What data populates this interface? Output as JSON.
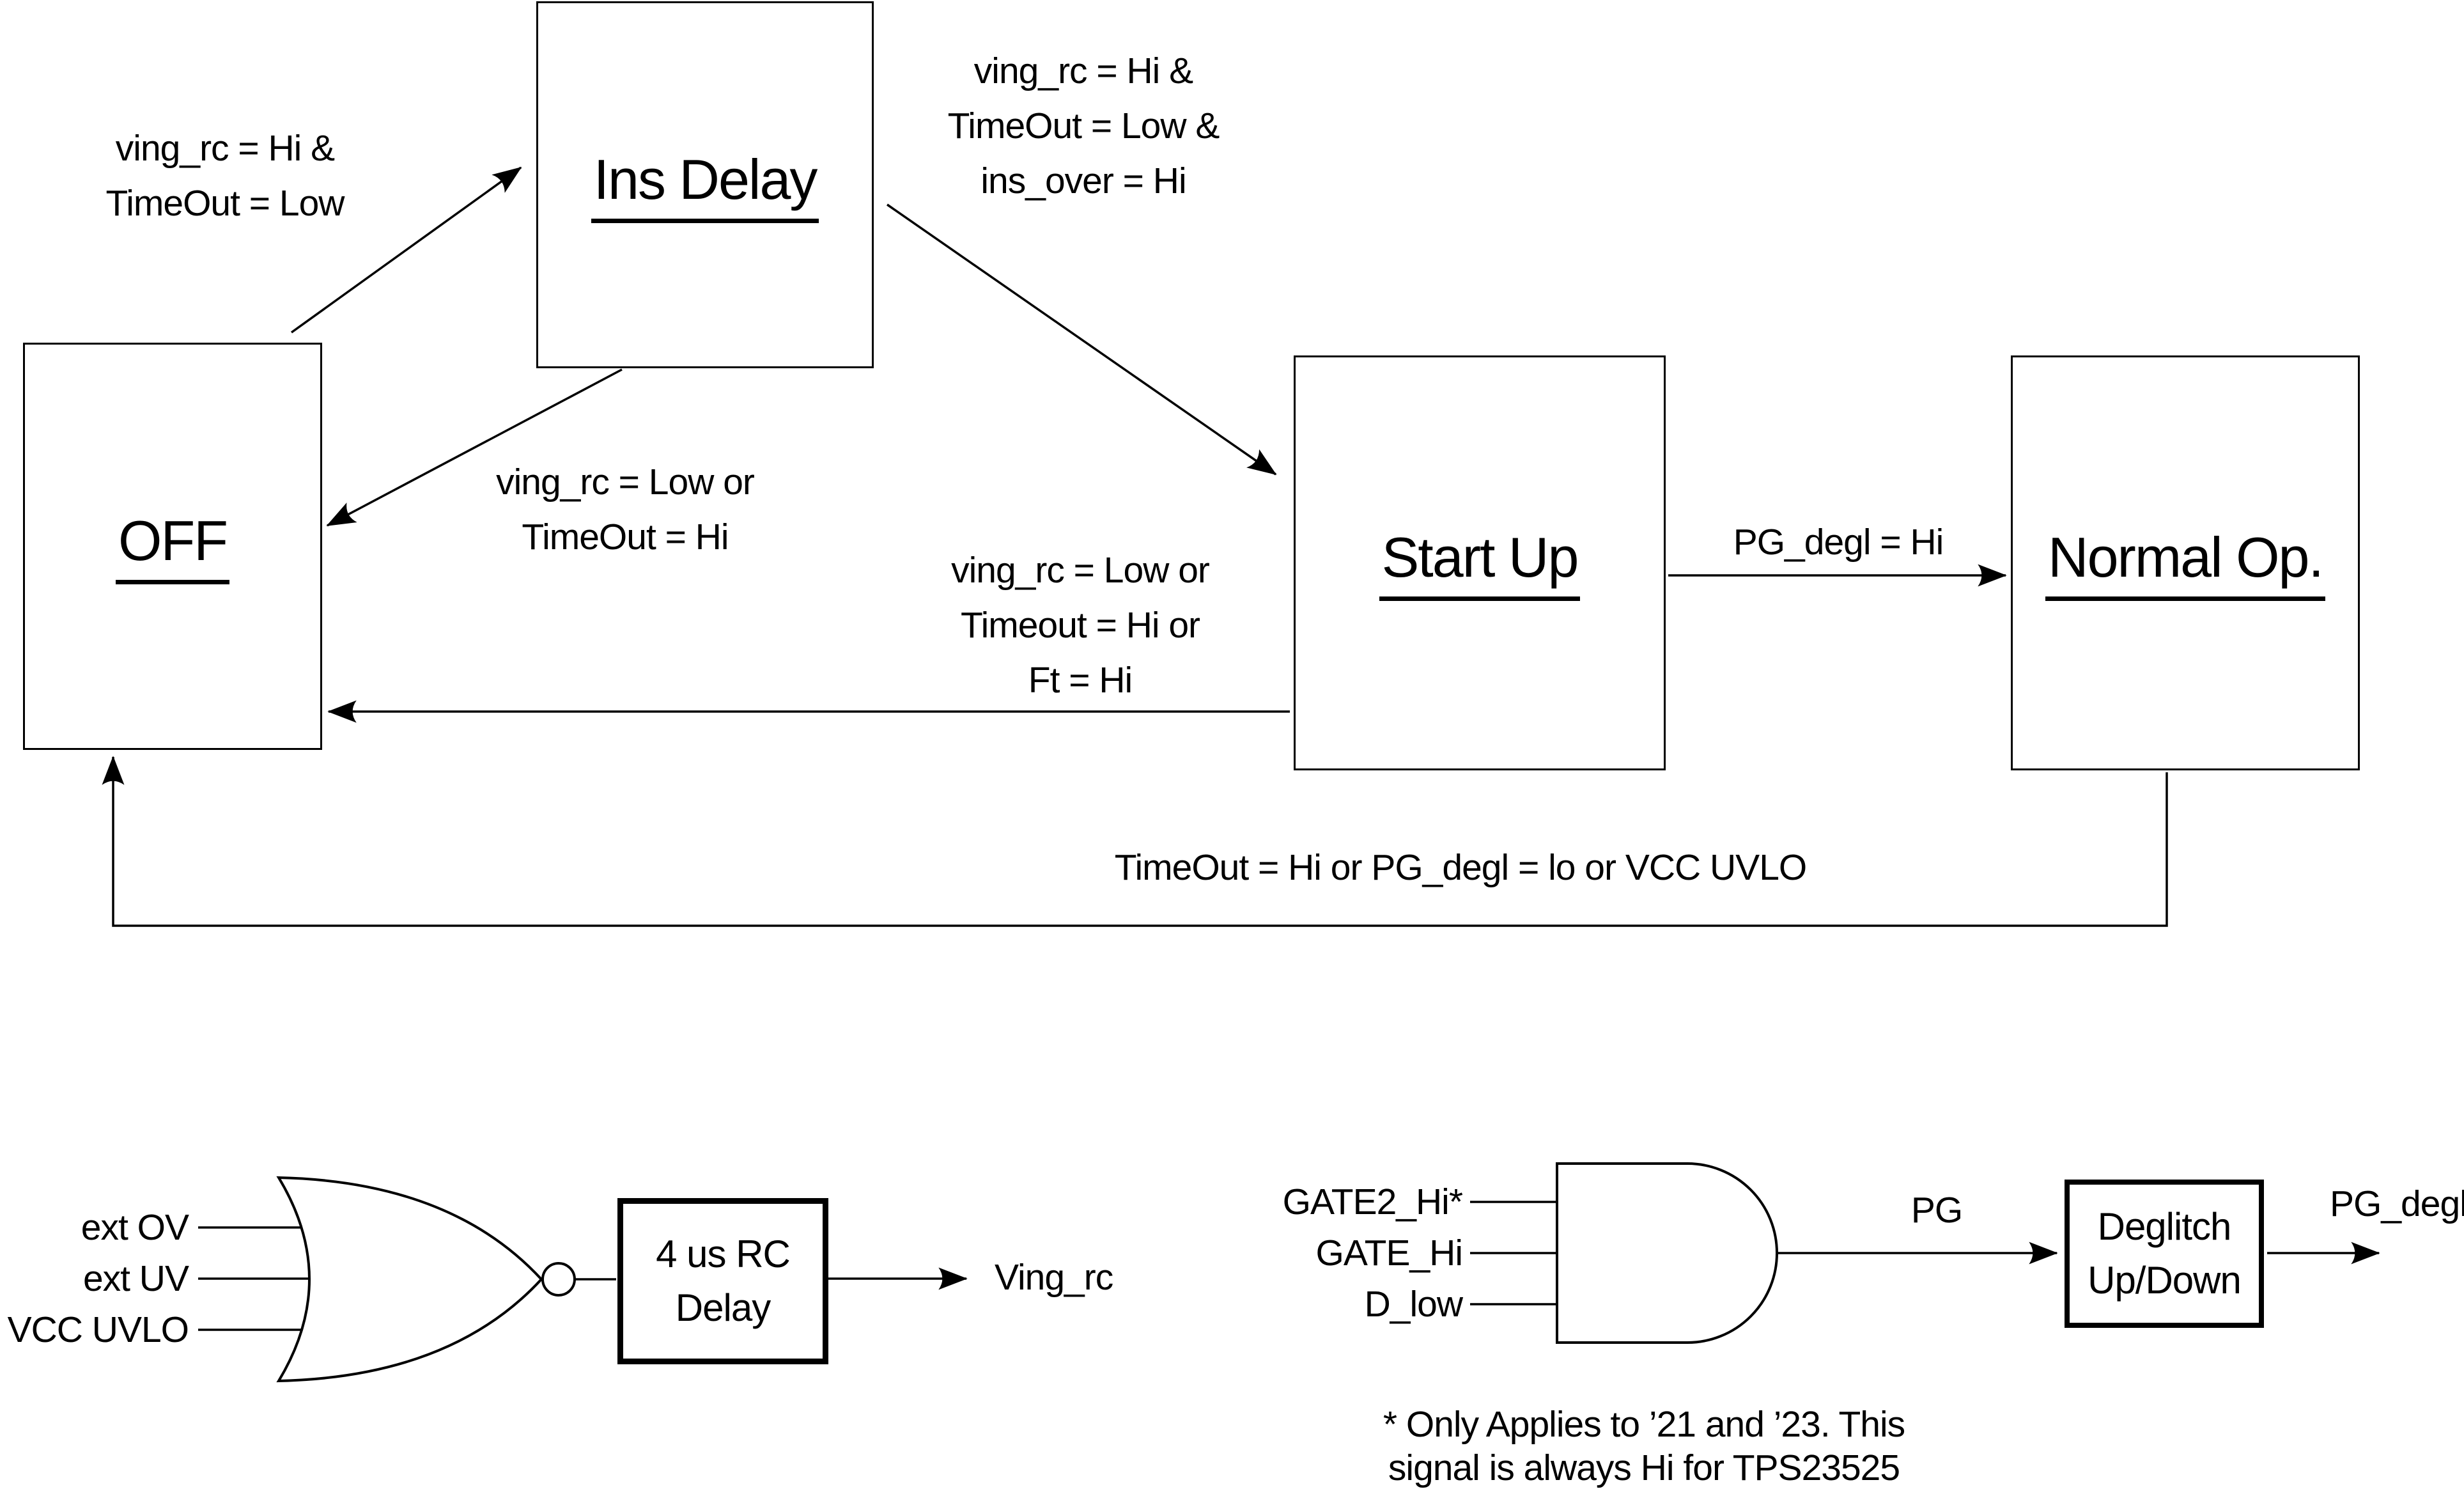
{
  "states": {
    "off": "OFF",
    "ins_delay": "Ins Delay",
    "start_up": "Start Up",
    "normal_op": "Normal Op."
  },
  "transitions": {
    "off_to_ins_delay": [
      "ving_rc = Hi &",
      "TimeOut = Low"
    ],
    "ins_delay_to_start_up": [
      "ving_rc = Hi &",
      "TimeOut = Low &",
      "ins_over = Hi"
    ],
    "ins_delay_to_off": [
      "ving_rc = Low or",
      "TimeOut = Hi"
    ],
    "start_up_to_off": [
      "ving_rc = Low or",
      "Timeout = Hi or",
      "Ft = Hi"
    ],
    "start_up_to_normal_op": [
      "PG_degl = Hi"
    ],
    "normal_op_to_off": [
      "TimeOut = Hi or PG_degl = lo or VCC UVLO"
    ]
  },
  "ving_rc_logic": {
    "gate": "nor-gate",
    "inputs": [
      "ext OV",
      "ext UV",
      "VCC UVLO"
    ],
    "delay_block": [
      "4 us RC",
      "Delay"
    ],
    "output": "Ving_rc"
  },
  "pg_logic": {
    "gate": "and-gate",
    "inputs": [
      "GATE2_Hi*",
      "GATE_Hi",
      "D_low"
    ],
    "wire_label": "PG",
    "deglitch_block": [
      "Deglitch",
      "Up/Down"
    ],
    "output": "PG_degl"
  },
  "footnote": [
    "* Only Applies to ’21 and ’23. This",
    "signal is always Hi for TPS23525"
  ],
  "colors": {
    "ink": "#000000",
    "background": "#ffffff"
  }
}
